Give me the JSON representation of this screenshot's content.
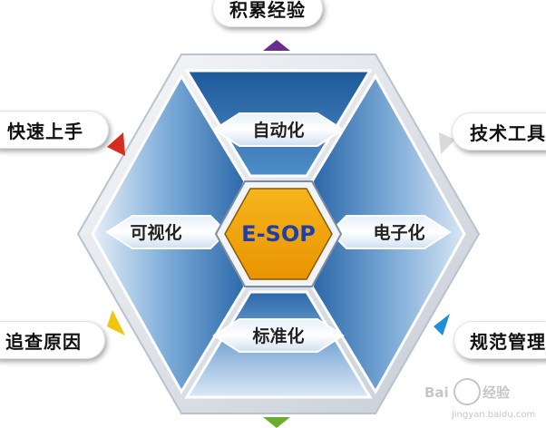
{
  "center_label": "E-SOP",
  "inner_labels": {
    "top": "自动化",
    "left": "可视化",
    "right": "电子化",
    "bottom": "标准化"
  },
  "outer_labels": {
    "top": "积累经验",
    "left": "快速上手",
    "right_top": "技术工具",
    "bottom_left": "追查原因",
    "bottom_right": "规范管理"
  },
  "watermark": {
    "logo": "Bai",
    "logo_tail": "经验",
    "url": "jingyan.baidu.com"
  },
  "colors": {
    "hex_frame": "#e9edf2",
    "panel_dark": "#2e6bab",
    "panel_light": "#c9dcef",
    "center_fill": "#f2a40c",
    "center_text": "#1f3fa8",
    "arrow_top": "#6a2c8e",
    "arrow_left": "#d62d20",
    "arrow_right": "#d9d9d9",
    "arrow_bottom_left": "#f2c40c",
    "arrow_bottom_right": "#1e8fd6",
    "arrow_bottom": "#6cab2d"
  }
}
